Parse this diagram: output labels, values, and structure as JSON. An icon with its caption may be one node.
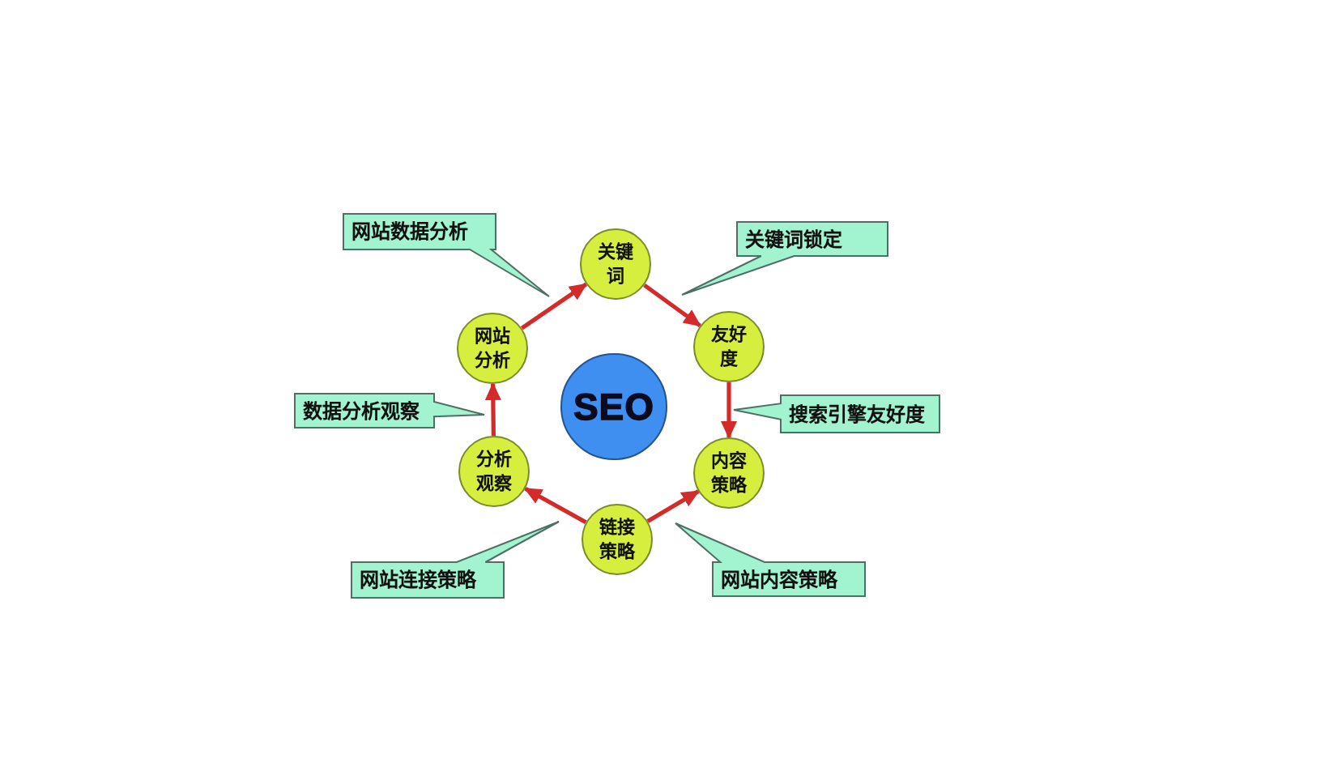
{
  "diagram": {
    "nodes": [
      {
        "text": [
          "网站数据分析"
        ]
      },
      {
        "text": [
          "关键词锁定"
        ]
      },
      {
        "text": [
          "关键词"
        ]
      },
      {
        "text": [
          "网站分析"
        ]
      },
      {
        "text": [
          "友好度"
        ]
      },
      {
        "text": [
          "SEO"
        ]
      },
      {
        "text": [
          "数据分析观察"
        ]
      },
      {
        "text": [
          "搜索引擎友好度"
        ]
      },
      {
        "text": [
          "分析观察"
        ]
      },
      {
        "text": [
          "内容策略"
        ]
      },
      {
        "text": [
          "链接策略"
        ]
      },
      {
        "text": [
          "网站连接策略"
        ]
      },
      {
        "text": [
          "网站内容策略"
        ]
      }
    ],
    "edges": [
      {
        "from": 3,
        "to": 2,
        "arrow": "to"
      },
      {
        "from": 2,
        "to": 4,
        "arrow": "to"
      },
      {
        "from": 4,
        "to": 9,
        "arrow": "to"
      },
      {
        "from": 10,
        "to": 9,
        "arrow": "to"
      },
      {
        "from": 10,
        "to": 8,
        "arrow": "to"
      },
      {
        "from": 8,
        "to": 3,
        "arrow": "to"
      }
    ]
  }
}
